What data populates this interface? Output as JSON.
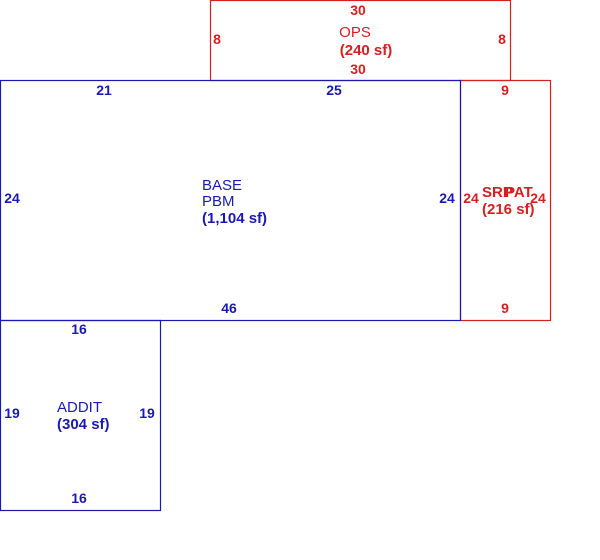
{
  "colors": {
    "base": "#1a1ab0",
    "addition": "#d42020"
  },
  "areas": {
    "ops": {
      "name": "OPS",
      "area": "(240 sf)",
      "dims": {
        "top": "30",
        "bottom": "30",
        "left": "8",
        "right": "8"
      }
    },
    "base": {
      "name1": "BASE",
      "name2": "PBM",
      "area": "(1,104 sf)",
      "dims": {
        "top_left": "21",
        "top_right": "25",
        "bottom": "46",
        "left": "24",
        "right": "24"
      }
    },
    "addit": {
      "name": "ADDIT",
      "area": "(304 sf)",
      "dims": {
        "top": "16",
        "bottom": "16",
        "left": "19",
        "right": "19"
      }
    },
    "side": {
      "name1": "SRP",
      "name2": "PAT",
      "area": "(216 sf)",
      "dims": {
        "top": "9",
        "bottom": "9",
        "left": "24",
        "right": "24"
      }
    }
  }
}
